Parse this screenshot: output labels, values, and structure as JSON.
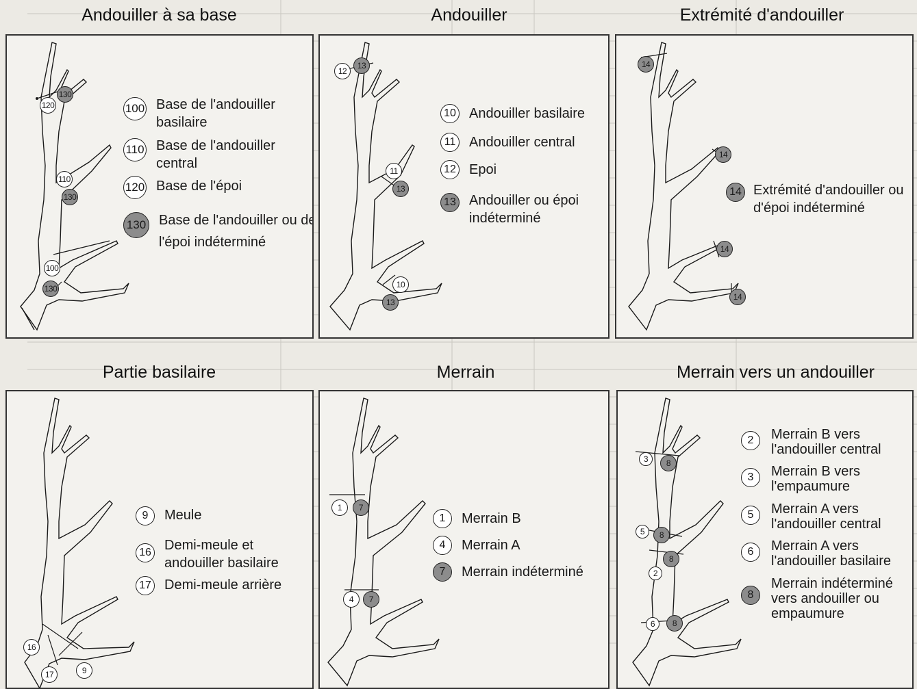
{
  "panels": [
    {
      "title": "Andouiller à sa base",
      "legend": [
        {
          "num": "100",
          "text": "Base de l'andouiller basilaire",
          "grey": false
        },
        {
          "num": "110",
          "text": "Base de l'andouiller central",
          "grey": false
        },
        {
          "num": "120",
          "text": "Base de l'époi",
          "grey": false
        },
        {
          "num": "130",
          "text": "Base de l'andouiller ou de l'époi indéterminé",
          "grey": true
        }
      ],
      "markers": [
        "130",
        "120",
        "110",
        "130",
        "100",
        "130"
      ]
    },
    {
      "title": "Andouiller",
      "legend": [
        {
          "num": "10",
          "text": "Andouiller basilaire",
          "grey": false
        },
        {
          "num": "11",
          "text": "Andouiller central",
          "grey": false
        },
        {
          "num": "12",
          "text": "Epoi",
          "grey": false
        },
        {
          "num": "13",
          "text": "Andouiller ou époi indéterminé",
          "grey": true
        }
      ],
      "markers": [
        "12",
        "13",
        "11",
        "13",
        "10",
        "13"
      ]
    },
    {
      "title": "Extrémité d'andouiller",
      "legend": [
        {
          "num": "14",
          "text": "Extrémité d'andouiller ou d'époi indéterminé",
          "grey": true
        }
      ],
      "markers": [
        "14",
        "14",
        "14",
        "14"
      ]
    },
    {
      "title": "Partie basilaire",
      "legend": [
        {
          "num": "9",
          "text": "Meule",
          "grey": false
        },
        {
          "num": "16",
          "text": "Demi-meule et andouiller basilaire",
          "grey": false
        },
        {
          "num": "17",
          "text": "Demi-meule arrière",
          "grey": false
        }
      ],
      "markers": [
        "16",
        "17",
        "9"
      ]
    },
    {
      "title": "Merrain",
      "legend": [
        {
          "num": "1",
          "text": "Merrain B",
          "grey": false
        },
        {
          "num": "4",
          "text": "Merrain A",
          "grey": false
        },
        {
          "num": "7",
          "text": "Merrain indéterminé",
          "grey": true
        }
      ],
      "markers": [
        "1",
        "7",
        "4",
        "7"
      ]
    },
    {
      "title": "Merrain vers un andouiller",
      "legend": [
        {
          "num": "2",
          "text": "Merrain B vers l'andouiller central",
          "grey": false
        },
        {
          "num": "3",
          "text": "Merrain B vers l'empaumure",
          "grey": false
        },
        {
          "num": "5",
          "text": "Merrain A vers l'andouiller central",
          "grey": false
        },
        {
          "num": "6",
          "text": "Merrain A vers l'andouiller basilaire",
          "grey": false
        },
        {
          "num": "8",
          "text": "Merrain indéterminé vers andouiller ou empaumure",
          "grey": true
        }
      ],
      "markers": [
        "3",
        "8",
        "5",
        "8",
        "8",
        "2",
        "6",
        "8"
      ]
    }
  ]
}
